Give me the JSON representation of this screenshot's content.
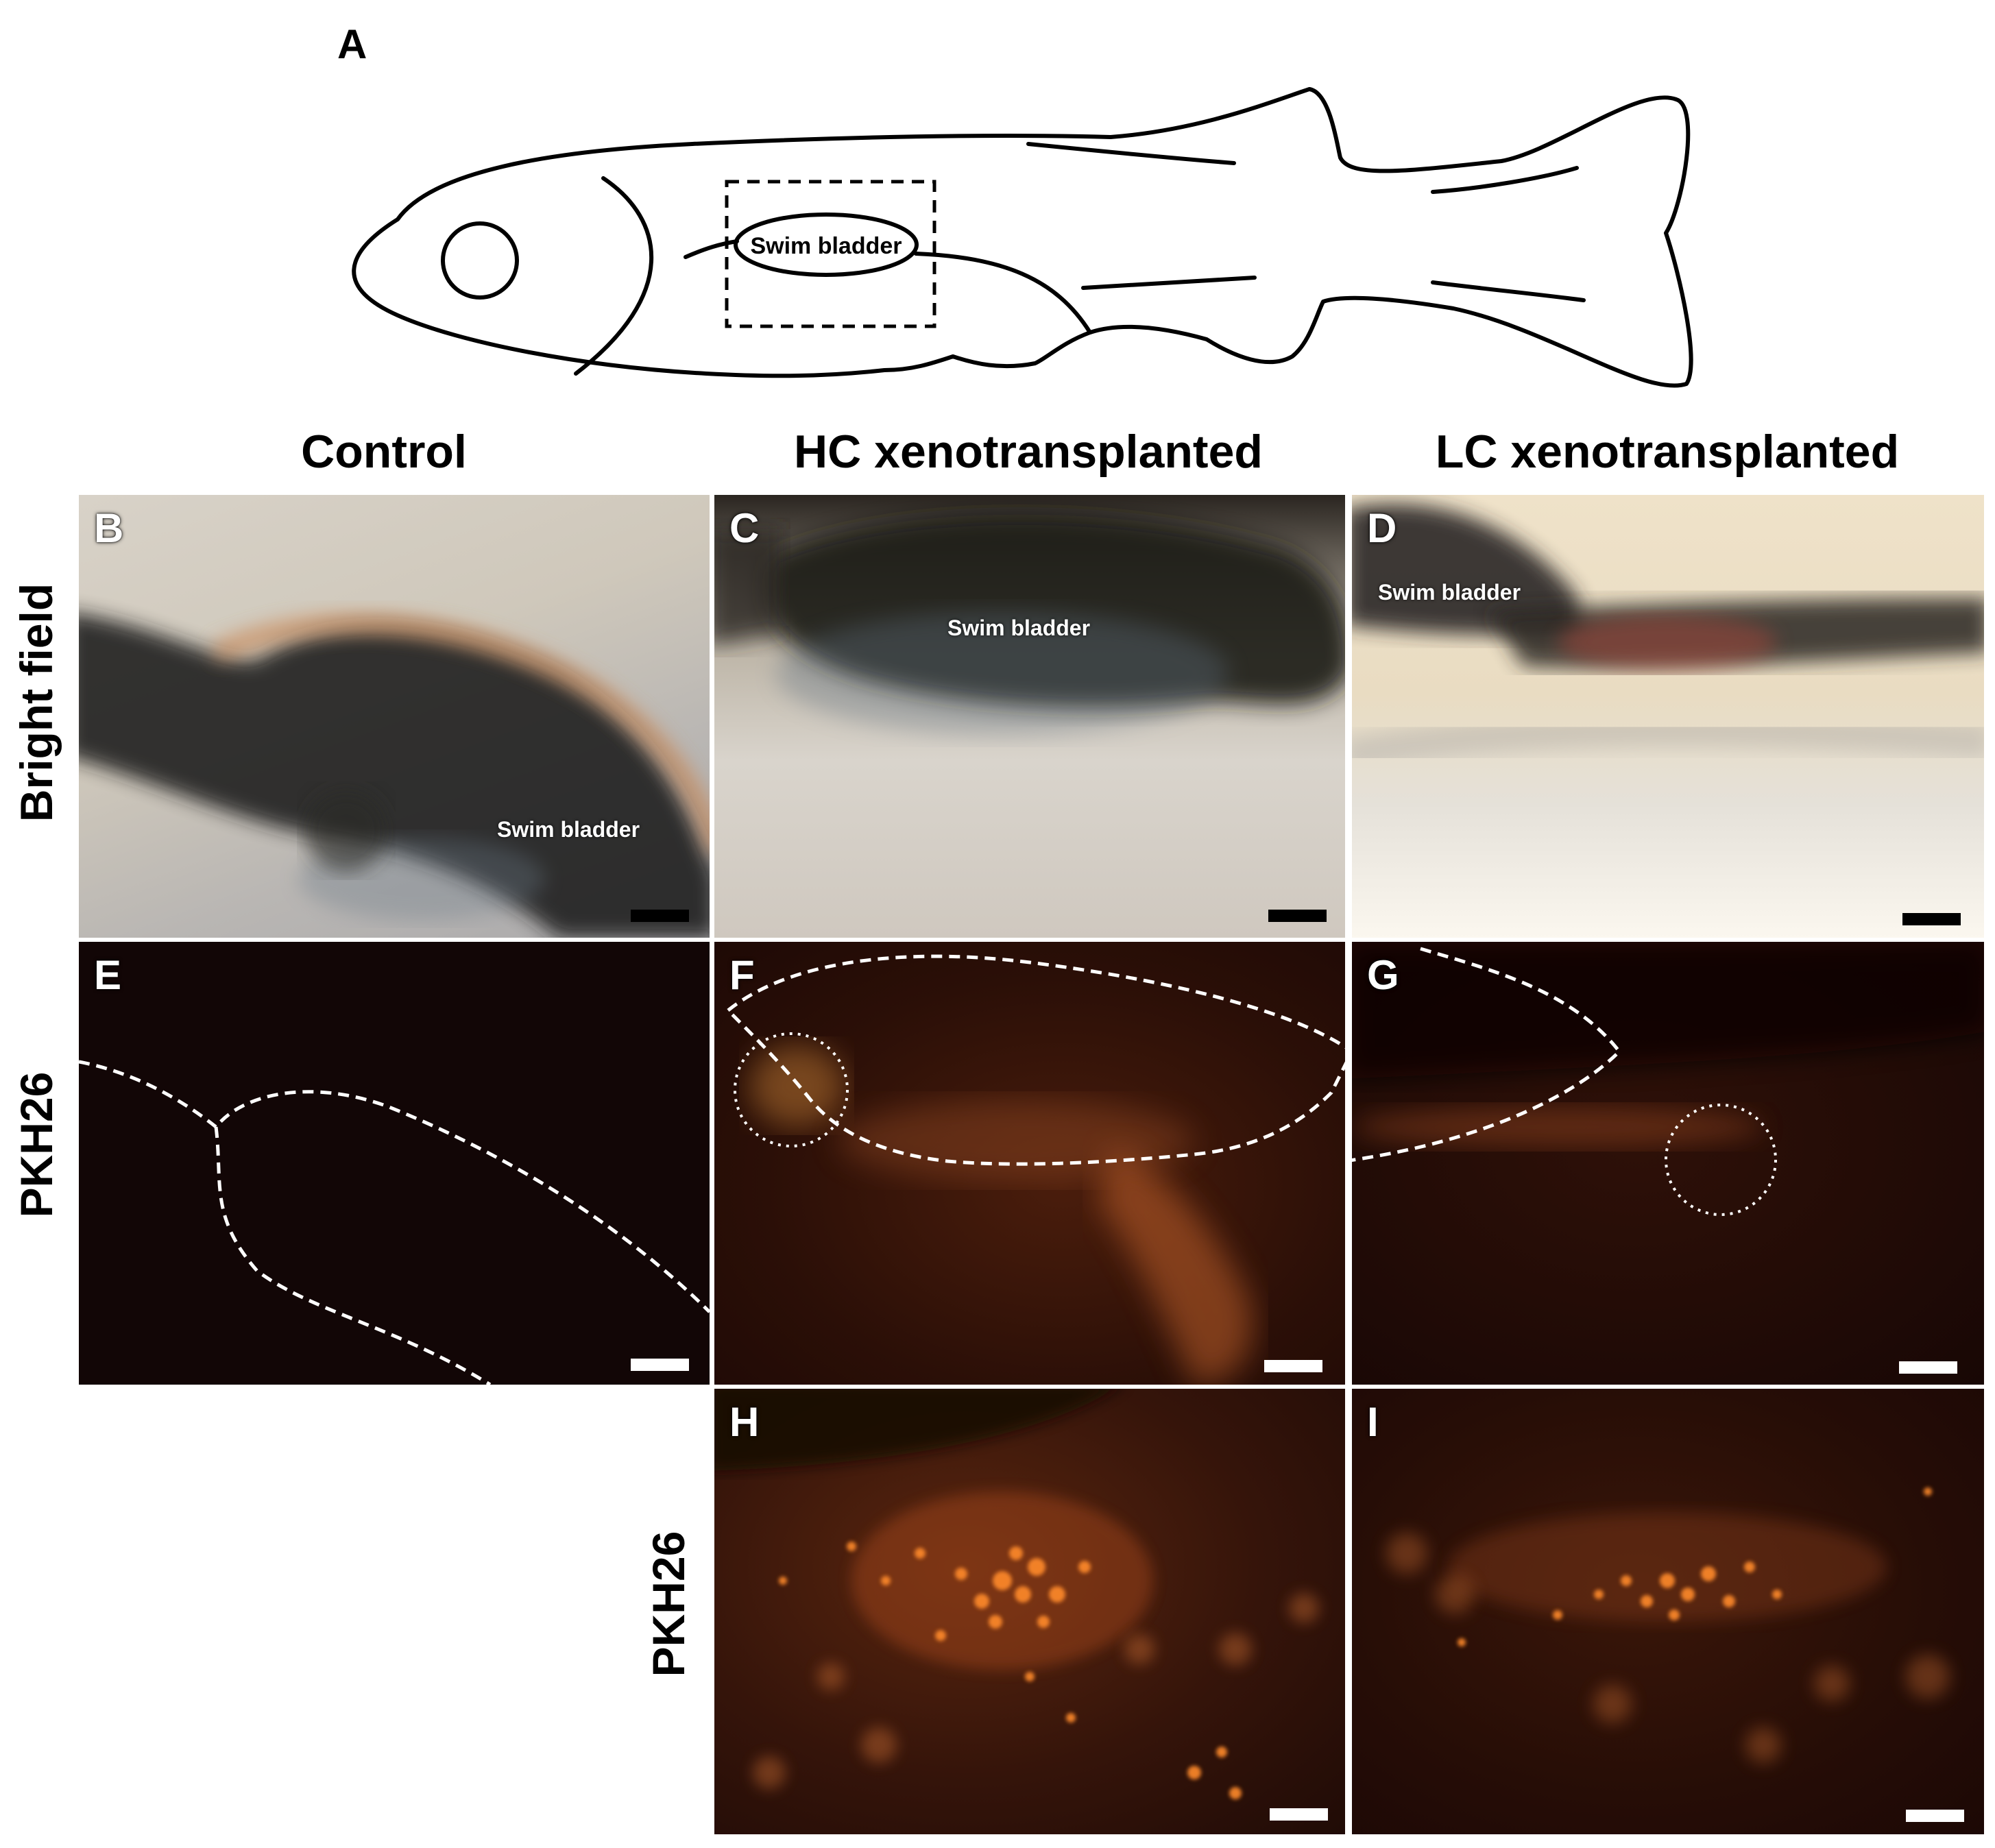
{
  "figure": {
    "panel_A_label": "A",
    "fish_box_label": "Swim bladder"
  },
  "columns": {
    "control": "Control",
    "hc": "HC xenotransplanted",
    "lc": "LC xenotransplanted"
  },
  "rows": {
    "bright_field": "Bright field",
    "pkh26_1": "PKH26",
    "pkh26_2": "PKH26"
  },
  "panels": {
    "B": {
      "label": "B",
      "annotation": "Swim bladder"
    },
    "C": {
      "label": "C",
      "annotation": "Swim bladder"
    },
    "D": {
      "label": "D",
      "annotation": "Swim bladder"
    },
    "E": {
      "label": "E"
    },
    "F": {
      "label": "F"
    },
    "G": {
      "label": "G"
    },
    "H": {
      "label": "H"
    },
    "I": {
      "label": "I"
    }
  },
  "colors": {
    "fluorescence": "#ff8a2a",
    "dashed_outline": "#ffffff",
    "scalebar_bright": "#000000",
    "scalebar_fluor": "#ffffff"
  }
}
